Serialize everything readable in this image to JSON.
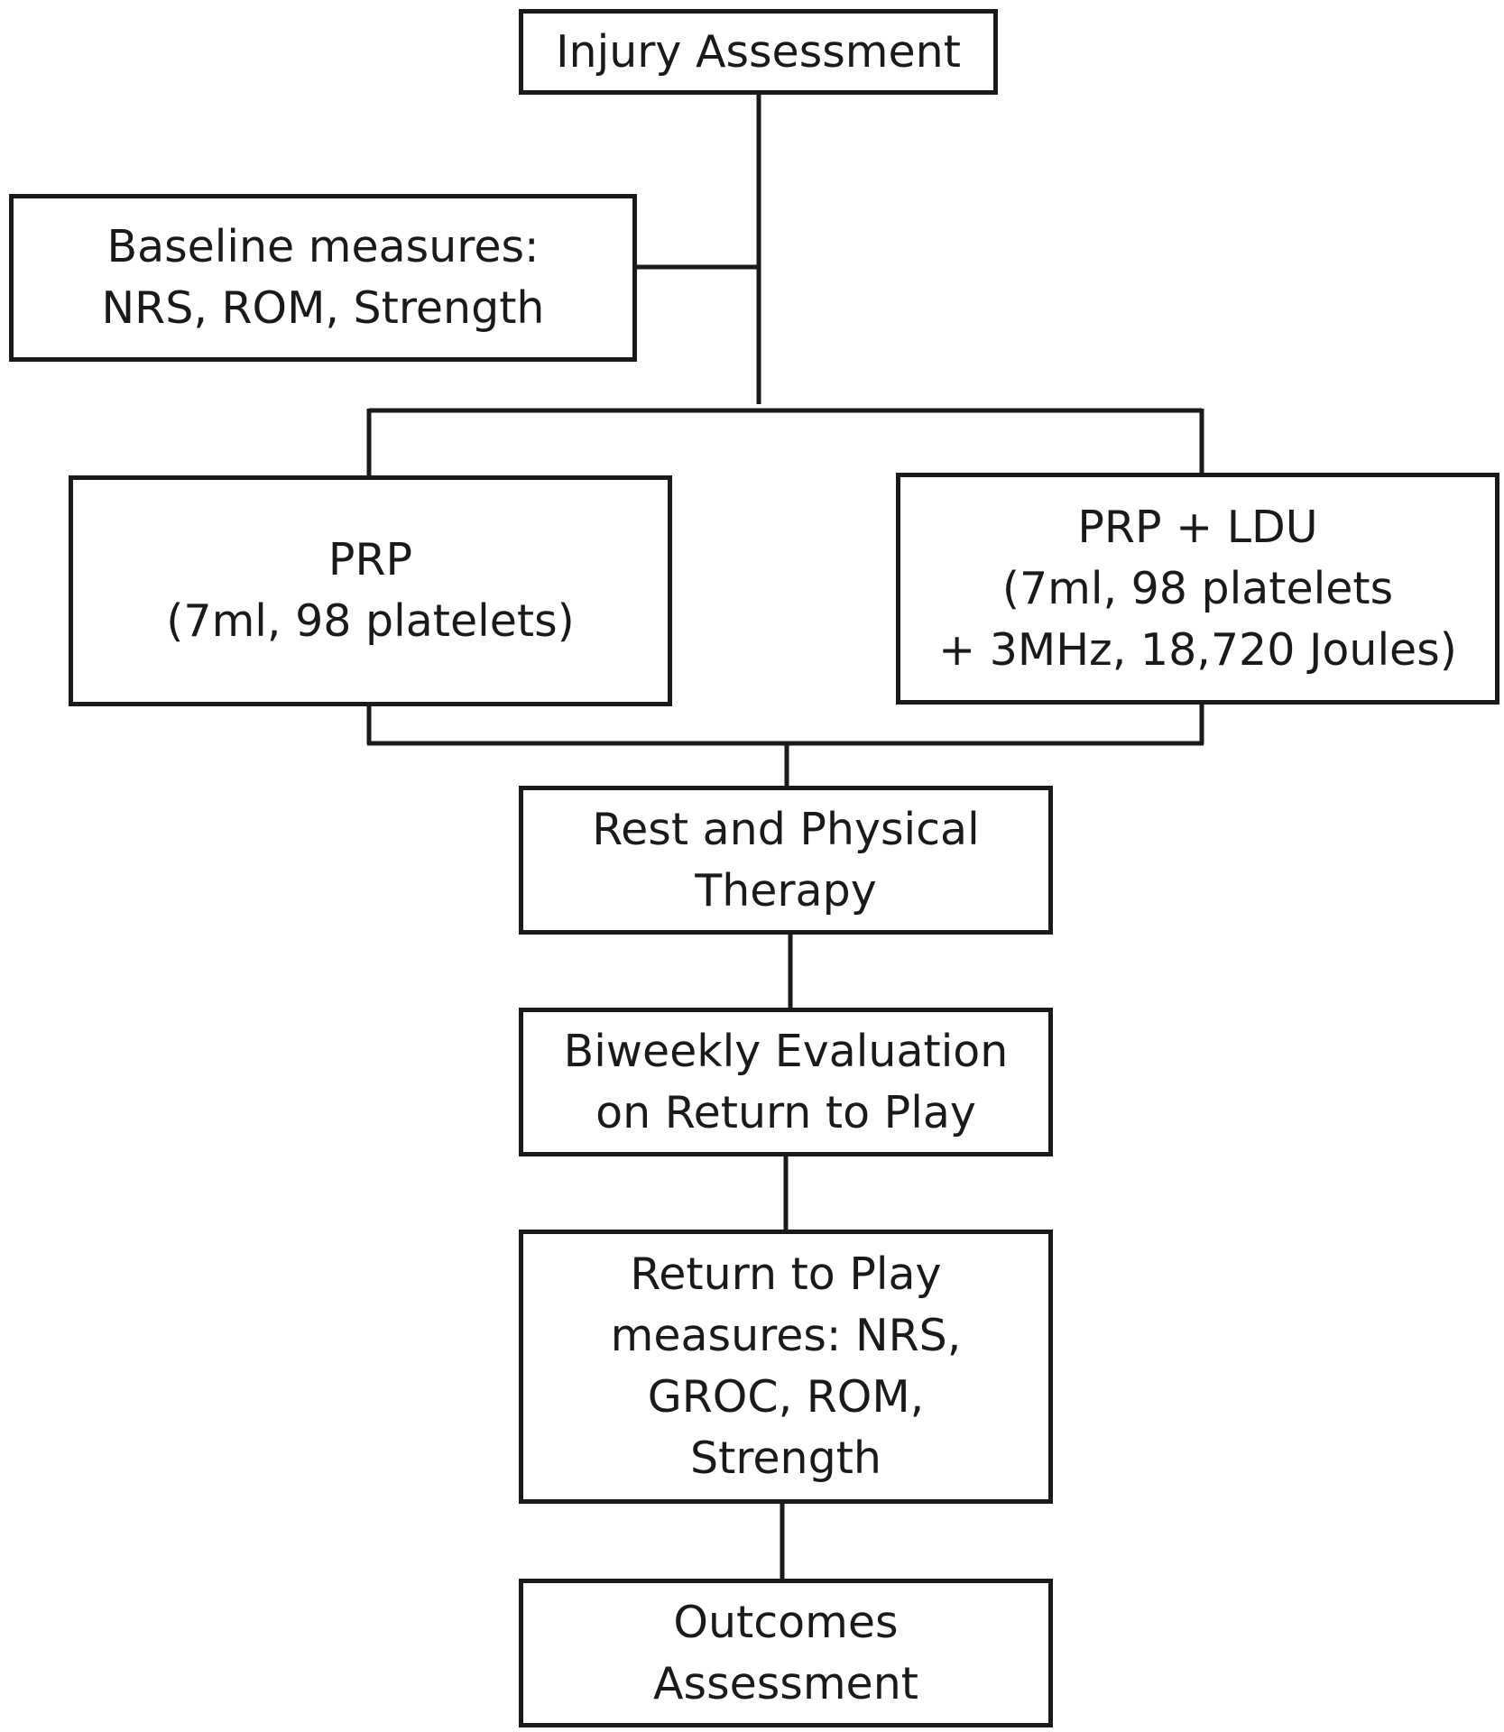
{
  "diagram": {
    "nodes": {
      "injury_assessment": {
        "lines": [
          "Injury Assessment"
        ]
      },
      "baseline_measures": {
        "lines": [
          "Baseline measures:",
          "NRS, ROM, Strength"
        ]
      },
      "prp": {
        "lines": [
          "PRP",
          "(7ml, 98 platelets)"
        ]
      },
      "prp_ldu": {
        "lines": [
          "PRP + LDU",
          "(7ml, 98 platelets",
          "+ 3MHz, 18,720 Joules)"
        ]
      },
      "rest_therapy": {
        "lines": [
          "Rest and Physical",
          "Therapy"
        ]
      },
      "biweekly_evaluation": {
        "lines": [
          "Biweekly Evaluation",
          "on Return to Play"
        ]
      },
      "return_to_play_measures": {
        "lines": [
          "Return to Play",
          "measures: NRS,",
          "GROC, ROM,",
          "Strength"
        ]
      },
      "outcomes_assessment": {
        "lines": [
          "Outcomes",
          "Assessment"
        ]
      }
    },
    "edges": [
      {
        "from": "injury_assessment",
        "to": "baseline_measures"
      },
      {
        "from": "injury_assessment",
        "to": "prp"
      },
      {
        "from": "injury_assessment",
        "to": "prp_ldu"
      },
      {
        "from": "prp",
        "to": "rest_therapy"
      },
      {
        "from": "prp_ldu",
        "to": "rest_therapy"
      },
      {
        "from": "rest_therapy",
        "to": "biweekly_evaluation"
      },
      {
        "from": "biweekly_evaluation",
        "to": "return_to_play_measures"
      },
      {
        "from": "return_to_play_measures",
        "to": "outcomes_assessment"
      }
    ],
    "colors": {
      "stroke": "#1a1a1a",
      "background": "#ffffff",
      "text": "#1a1a1a"
    }
  }
}
